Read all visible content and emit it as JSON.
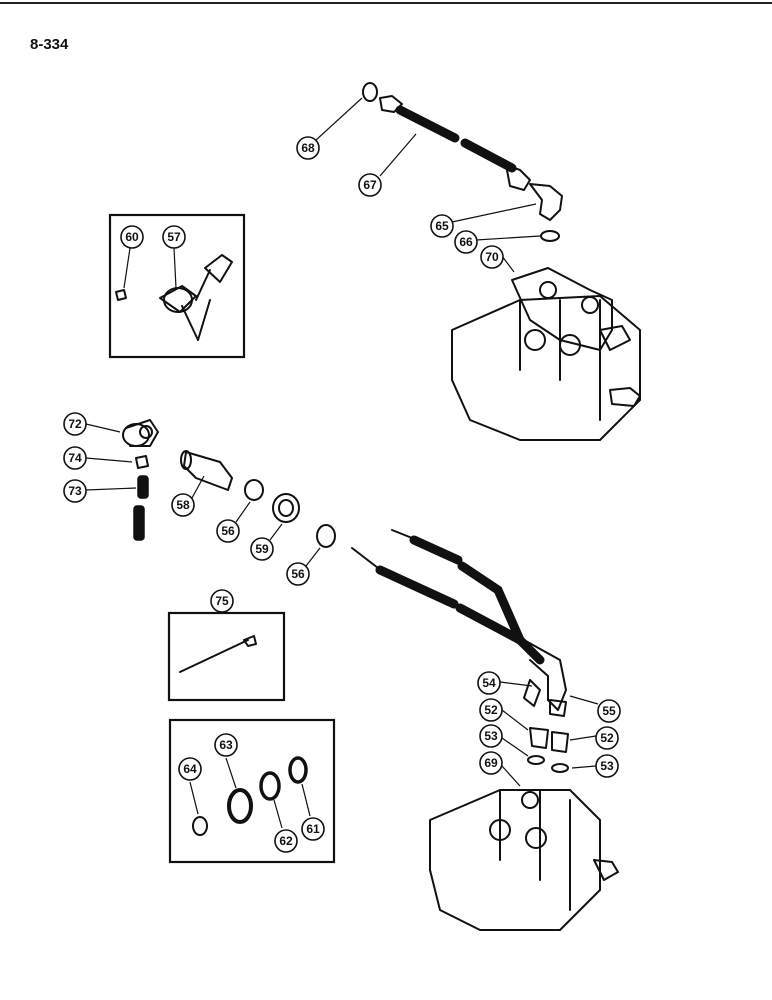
{
  "page": {
    "number": "8-334"
  },
  "callouts": [
    {
      "id": "c68",
      "label": "68"
    },
    {
      "id": "c67",
      "label": "67"
    },
    {
      "id": "c65",
      "label": "65"
    },
    {
      "id": "c66",
      "label": "66"
    },
    {
      "id": "c70",
      "label": "70"
    },
    {
      "id": "c60",
      "label": "60"
    },
    {
      "id": "c57",
      "label": "57"
    },
    {
      "id": "c72",
      "label": "72"
    },
    {
      "id": "c74",
      "label": "74"
    },
    {
      "id": "c73",
      "label": "73"
    },
    {
      "id": "c58",
      "label": "58"
    },
    {
      "id": "c56a",
      "label": "56"
    },
    {
      "id": "c59",
      "label": "59"
    },
    {
      "id": "c56b",
      "label": "56"
    },
    {
      "id": "c75",
      "label": "75"
    },
    {
      "id": "c54",
      "label": "54"
    },
    {
      "id": "c55",
      "label": "55"
    },
    {
      "id": "c52a",
      "label": "52"
    },
    {
      "id": "c52b",
      "label": "52"
    },
    {
      "id": "c53a",
      "label": "53"
    },
    {
      "id": "c53b",
      "label": "53"
    },
    {
      "id": "c69",
      "label": "69"
    },
    {
      "id": "c63",
      "label": "63"
    },
    {
      "id": "c64",
      "label": "64"
    },
    {
      "id": "c62",
      "label": "62"
    },
    {
      "id": "c61",
      "label": "61"
    }
  ]
}
